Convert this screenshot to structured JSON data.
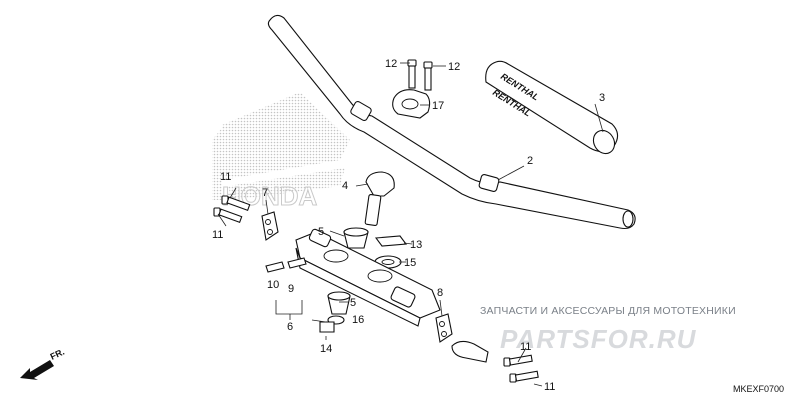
{
  "diagram_code": "MKEXF0700",
  "direction_label": "FR.",
  "watermark": {
    "caption": "ЗАПЧАСТИ И АКСЕССУАРЫ ДЛЯ МОТОТЕХНИКИ",
    "logo": "PARTSFOR.RU"
  },
  "background_logo": "HONDA",
  "grip_brand": [
    "RENTHAL",
    "RENTHAL"
  ],
  "callouts": {
    "p2": "2",
    "p3": "3",
    "p4": "4",
    "p5a": "5",
    "p5b": "5",
    "p6": "6",
    "p7": "7",
    "p8": "8",
    "p9": "9",
    "p10": "10",
    "p11a": "11",
    "p11b": "11",
    "p11c": "11",
    "p11d": "11",
    "p12a": "12",
    "p12b": "12",
    "p13": "13",
    "p14": "14",
    "p15": "15",
    "p16": "16",
    "p17": "17"
  }
}
